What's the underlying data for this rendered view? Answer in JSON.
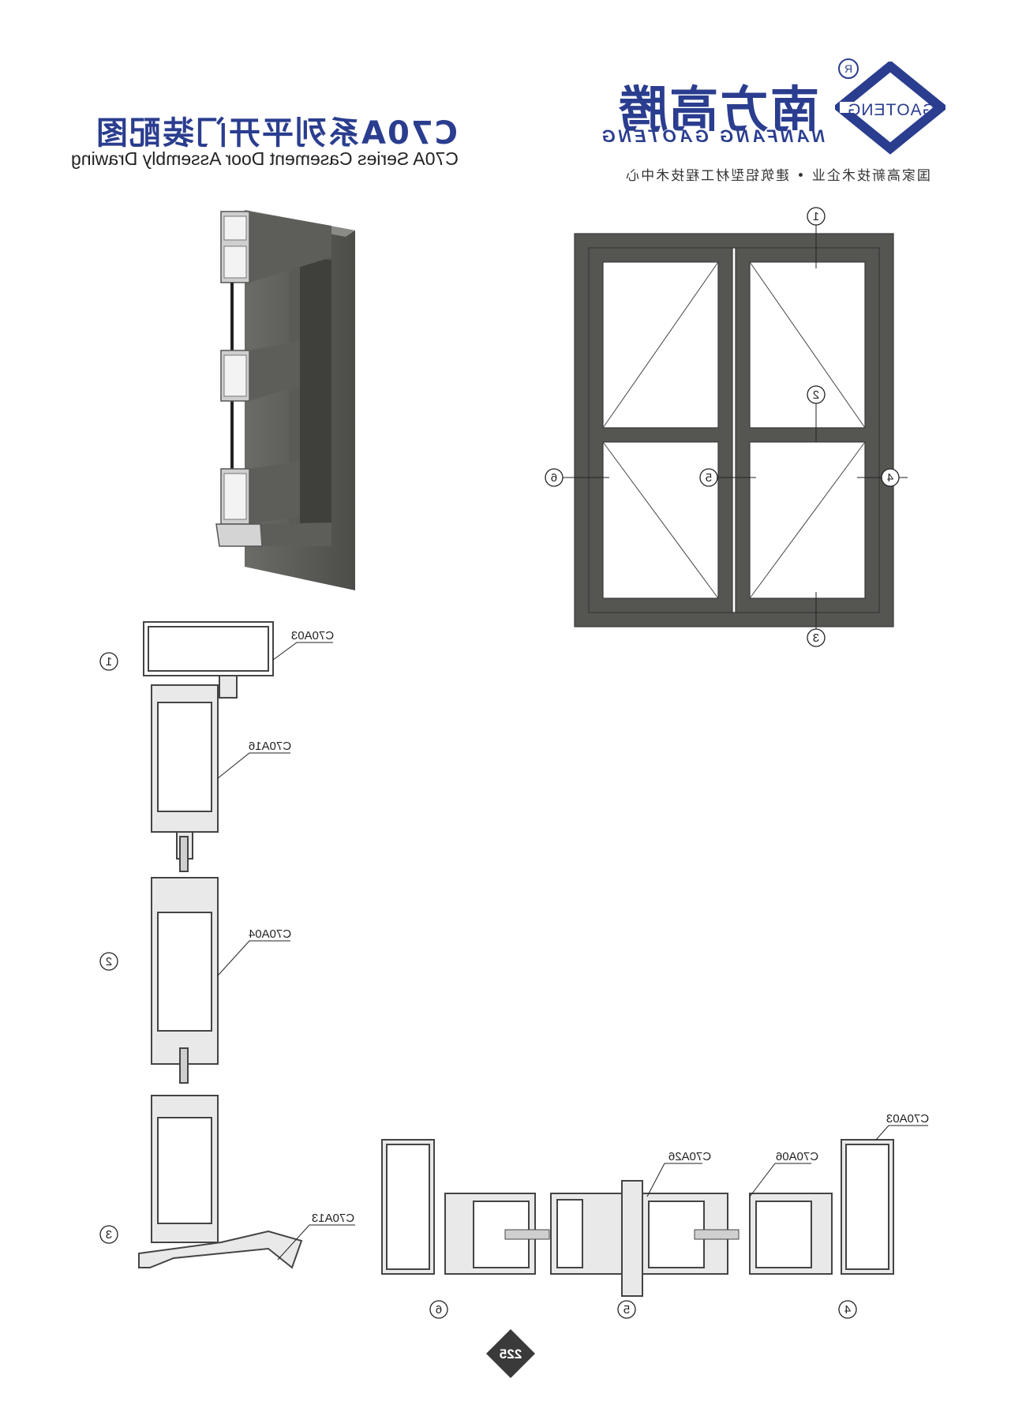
{
  "header": {
    "title_cn": "C70A系列平开门装配图",
    "title_en": "C70A Series Casement Door Assembly Drawing"
  },
  "brand": {
    "name_cn": "南方高腾",
    "name_en": "NANFANG GAOTENG",
    "logo_text": "GAOTENG",
    "registered_mark": "R",
    "tagline": "国家高新技术企业 • 建筑铝型材工程技术中心",
    "color": "#2a3d8f"
  },
  "elevation": {
    "markers": [
      "1",
      "2",
      "3",
      "4",
      "5",
      "6"
    ]
  },
  "vertical_section": {
    "markers": [
      "1",
      "2",
      "3"
    ],
    "parts": [
      "C70A03",
      "C70A16",
      "C70A04",
      "C70A13"
    ]
  },
  "horizontal_section": {
    "markers": [
      "6",
      "5",
      "4"
    ],
    "parts": [
      "C70A03",
      "C70A26",
      "C70A06"
    ]
  },
  "page_number": "225",
  "colors": {
    "frame": "#555552",
    "line": "#3a3a3a",
    "profile_fill": "#e9e9e9"
  }
}
